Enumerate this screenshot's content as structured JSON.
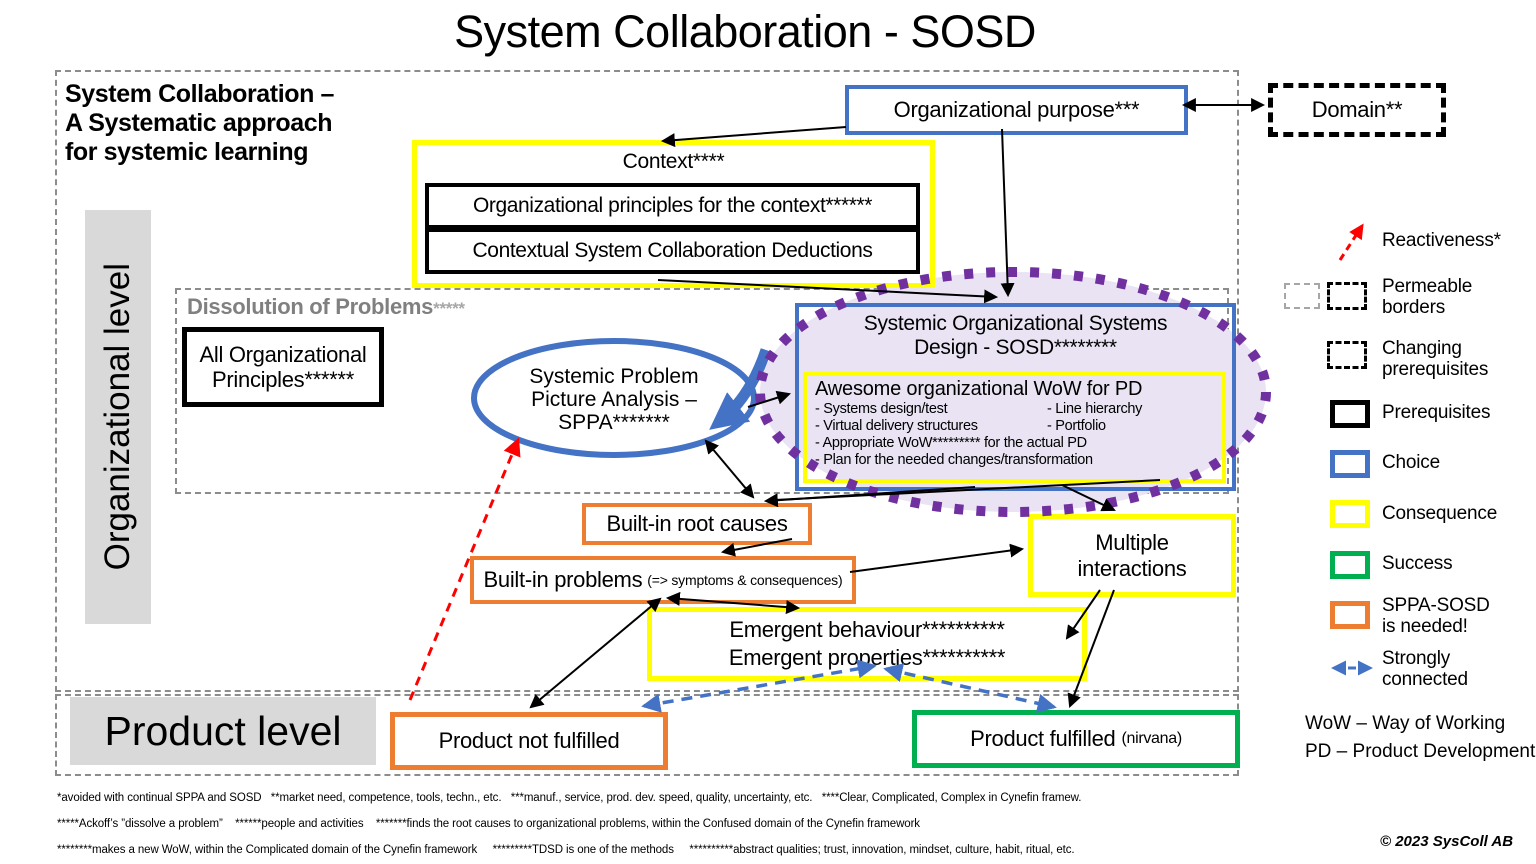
{
  "title": "System Collaboration - SOSD",
  "heading": {
    "line1": "System Collaboration –",
    "line2": "A Systematic approach",
    "line3": "for systemic learning"
  },
  "levels": {
    "organizational": "Organizational level",
    "product": "Product level"
  },
  "dissolution": {
    "title": "Dissolution of Problems",
    "stars": "*****"
  },
  "boxes": {
    "org_purpose": "Organizational purpose***",
    "domain": "Domain**",
    "context_title": "Context****",
    "context_principles": "Organizational principles for the context******",
    "context_deductions": "Contextual System Collaboration Deductions",
    "all_org_principles": {
      "line1": "All Organizational",
      "line2": "Principles******"
    },
    "sppa": {
      "line1": "Systemic Problem",
      "line2": "Picture Analysis –",
      "line3": "SPPA*******"
    },
    "sosd": {
      "line1": "Systemic Organizational Systems",
      "line2": "Design - SOSD********"
    },
    "wow": {
      "title": "Awesome organizational WoW for PD",
      "col_left": [
        "- Systems design/test",
        "- Virtual delivery structures"
      ],
      "col_right": [
        "- Line hierarchy",
        "- Portfolio"
      ],
      "full_lines": [
        "- Appropriate WoW********* for the actual PD",
        "- Plan for the needed changes/transformation"
      ]
    },
    "built_in_root_causes": "Built-in root causes",
    "built_in_problems": {
      "main": "Built-in problems",
      "suffix": "(=> symptoms & consequences)"
    },
    "multiple_interactions": {
      "line1": "Multiple",
      "line2": "interactions"
    },
    "emergent": {
      "line1": "Emergent behaviour**********",
      "line2": "Emergent properties**********"
    },
    "product_not_fulfilled": "Product not fulfilled",
    "product_fulfilled": {
      "main": "Product fulfilled",
      "suffix": "(nirvana)"
    }
  },
  "legend": {
    "items": [
      {
        "id": "reactiveness",
        "label": "Reactiveness*"
      },
      {
        "id": "permeable-borders",
        "label": "Permeable\nborders"
      },
      {
        "id": "changing-prerequisites",
        "label": "Changing\nprerequisites"
      },
      {
        "id": "prerequisites",
        "label": "Prerequisites"
      },
      {
        "id": "choice",
        "label": "Choice"
      },
      {
        "id": "consequence",
        "label": "Consequence"
      },
      {
        "id": "success",
        "label": "Success"
      },
      {
        "id": "sppa-sosd-needed",
        "label": "SPPA-SOSD\nis needed!"
      },
      {
        "id": "strongly-connected",
        "label": "Strongly\nconnected"
      }
    ]
  },
  "abbreviations": {
    "line1": "WoW – Way of Working",
    "line2": "PD – Product Development"
  },
  "footnotes": {
    "line1": "*avoided with continual SPPA and SOSD   **market need, competence, tools, techn., etc.   ***manuf., service, prod. dev. speed, quality, uncertainty, etc.   ****Clear, Complicated, Complex in Cynefin framew.",
    "line2": "*****Ackoff’s ”dissolve a problem”    ******people and activities    *******finds the root causes to organizational problems, within the Confused domain of the Cynefin framework",
    "line3": "********makes a new WoW, within the Complicated domain of the Cynefin framework     *********TDSD is one of the methods     **********abstract qualities; trust, innovation, mindset, culture, habit, ritual, etc."
  },
  "copyright": "© 2023 SysColl AB",
  "colors": {
    "choice_blue": "#4472c4",
    "consequence_yellow": "#ffff00",
    "success_green": "#00b050",
    "sppa_orange": "#ed7d31",
    "purple": "#7030a0",
    "lavender": "#e9e3f3",
    "reactive_red": "#ff0000",
    "level_gray": "#d9d9d9",
    "dash_gray": "#8c8c8c"
  }
}
